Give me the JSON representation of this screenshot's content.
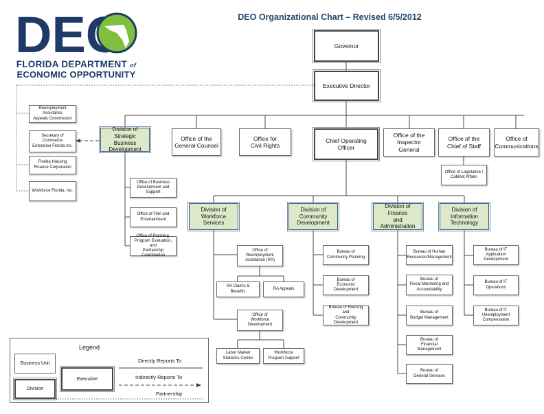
{
  "title": "DEO Organizational Chart – Revised 6/5/2012",
  "logo": {
    "mark": "DEO",
    "line1": "FLORIDA DEPARTMENT",
    "of": "of",
    "line2": "ECONOMIC OPPORTUNITY",
    "icon": "florida-globe-icon",
    "dark": "#1e3a66",
    "green": "#7fbf3f"
  },
  "colors": {
    "division_fill": "#dce8c8",
    "division_border": "#3b5a80",
    "line": "#444444",
    "title": "#24476b"
  },
  "boxes": {
    "governor": "Governor",
    "executive_director": "Executive Director",
    "appeals_commission": "Reemployment Assistance\nAppeals Commission",
    "secretary_commerce": "Secretary of Commerce\nEnterprise Florida Inc.",
    "florida_housing": "Florida Housing\nFinance Corporation",
    "workforce_florida": "Workforce Florida, Inc.",
    "div_strategic": "Division of\nStrategic Business\nDevelopment",
    "general_counsel": "Office of the\nGeneral Counsel",
    "civil_rights": "Office for\nCivil Rights",
    "coo": "Chief Operating Officer",
    "inspector_general": "Office of the\nInspector General",
    "chief_of_staff": "Office of the\nChief of Staff",
    "communications": "Office of\nCommunications",
    "legislative": "Office of Legislative /\nCabinet Affairs",
    "biz_dev_support": "Office of Business\nDevelopment and Support",
    "film": "Office of Film and\nEntertainment",
    "planning": "Office of Planning,\nProgram Evaluation, and\nPartnership Coordination",
    "div_workforce": "Division of\nWorkforce Services",
    "div_community": "Division of\nCommunity\nDevelopment",
    "div_finance": "Division of Finance\nand Administration",
    "div_it": "Division of\nInformation\nTechnology",
    "ra_office": "Office of\nReemployment\nAssistance (RA)",
    "ra_claims": "RA Claims & Benefits",
    "ra_appeals": "RA Appeals",
    "workforce_dev": "Office of\nWorkforce Development",
    "labor_market": "Labor Market\nStatistics Center",
    "workforce_program": "Workforce\nProgram Support",
    "community_planning": "Bureau of\nCommunity Planning",
    "economic_dev": "Bureau of\nEconomic Development",
    "housing": "Bureau of Housing and\nCommunity Development",
    "human_resources": "Bureau of Human\nResources/Management",
    "fiscal": "Bureau of\nFiscal Monitoring and\nAccountability",
    "budget": "Bureau of\nBudget Management",
    "financial": "Bureau of\nFinancial Management",
    "general_services": "Bureau of\nGeneral Services",
    "it_app": "Bureau of IT Application\nDevelopment",
    "it_ops": "Bureau of IT Operations",
    "it_uc": "Bureau of IT\nUnemployment\nCompensation"
  },
  "legend": {
    "title": "Legend",
    "business_unit": "Business Unit",
    "division": "Division",
    "executive": "Executive",
    "directly_reports": "Directly Reports To",
    "indirectly_reports": "Indirectly Reports To",
    "partnership": "Partnership"
  }
}
